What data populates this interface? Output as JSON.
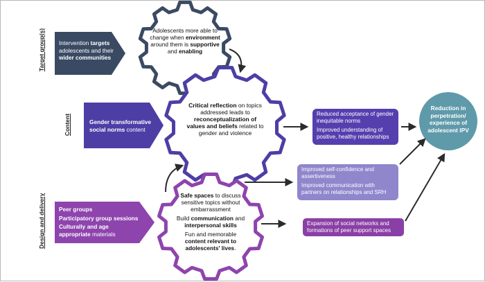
{
  "rows": {
    "target": {
      "label": "Target group(s)",
      "pentagon": {
        "pre": "Intervention ",
        "b1": "targets",
        "mid": " adolescents and their ",
        "b2": "wider communities"
      },
      "gear": {
        "t1": "Adolescents more able to change when ",
        "b1": "environment",
        "t2": " around them is ",
        "b2": "supportive",
        "t3": " and ",
        "b3": "enabling"
      }
    },
    "content": {
      "label": "Content",
      "pentagon": {
        "b1": "Gender transformative social norms",
        "t1": " content"
      },
      "gear": {
        "b1": "Critical reflection",
        "t1": " on topics addressed leads to ",
        "b2": "reconceptualization of values and beliefs",
        "t2": " related to gender and violence"
      }
    },
    "design": {
      "label": "Design and delivery",
      "pentagon": {
        "line1": "Peer groups",
        "line2": "Participatory group sessions",
        "line3_b": "Culturally and age appropriate",
        "line3_t": " materials"
      },
      "gear": {
        "p1_b": "Safe spaces",
        "p1_t": " to discuss sensitive topics without embarrassment",
        "p2_t1": "Build ",
        "p2_b1": "communication",
        "p2_t2": " and ",
        "p2_b2": "interpersonal skills",
        "p3_t": "Fun and memorable ",
        "p3_b": "content relevant to adolescents' lives",
        "p3_end": "."
      }
    }
  },
  "outcomes": {
    "box1": {
      "line1": "Reduced acceptance of gender inequitable norms",
      "line2": "Improved understanding of positive, healthy relationships"
    },
    "box2": {
      "line1": "Improved self-confidence and assertiveness",
      "line2": "Improved communication with partners on relationships and SRH"
    },
    "box3": {
      "line1": "Expansion of social networks and formations of peer support spaces"
    }
  },
  "impact": {
    "text": "Reduction in perpetration/ experience of adolescent IPV"
  },
  "colors": {
    "target": "#3b4a63",
    "content": "#4d3ea6",
    "design": "#8e44ad",
    "box1": "#553fae",
    "box2": "#8f86cc",
    "box3": "#8a3fa6",
    "impact": "#5f9aaa",
    "arrow": "#2b2b2b"
  }
}
